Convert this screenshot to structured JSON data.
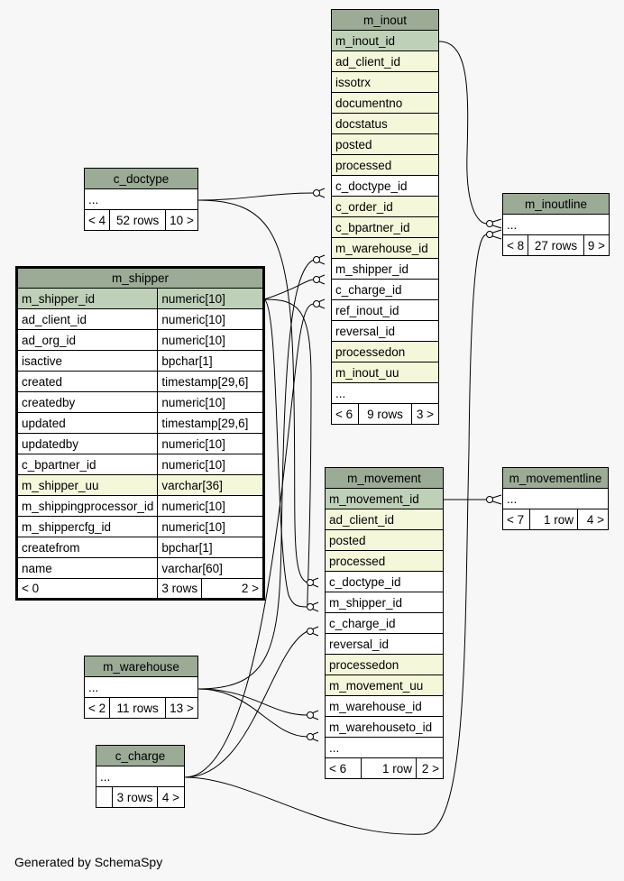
{
  "footer": "Generated by SchemaSpy",
  "tables": {
    "m_inout": {
      "name": "m_inout",
      "columns": [
        {
          "name": "m_inout_id",
          "style": "pk"
        },
        {
          "name": "ad_client_id",
          "style": "idx"
        },
        {
          "name": "issotrx",
          "style": "idx"
        },
        {
          "name": "documentno",
          "style": "idx"
        },
        {
          "name": "docstatus",
          "style": "idx"
        },
        {
          "name": "posted",
          "style": "idx"
        },
        {
          "name": "processed",
          "style": "idx"
        },
        {
          "name": "c_doctype_id",
          "style": ""
        },
        {
          "name": "c_order_id",
          "style": "idx"
        },
        {
          "name": "c_bpartner_id",
          "style": "idx"
        },
        {
          "name": "m_warehouse_id",
          "style": "idx"
        },
        {
          "name": "m_shipper_id",
          "style": ""
        },
        {
          "name": "c_charge_id",
          "style": ""
        },
        {
          "name": "ref_inout_id",
          "style": ""
        },
        {
          "name": "reversal_id",
          "style": ""
        },
        {
          "name": "processedon",
          "style": "idx"
        },
        {
          "name": "m_inout_uu",
          "style": "idx"
        },
        {
          "name": "...",
          "style": ""
        }
      ],
      "footer": {
        "parents": "< 6",
        "rows": "9 rows",
        "children": "3 >"
      }
    },
    "c_doctype": {
      "name": "c_doctype",
      "columns": [
        {
          "name": "...",
          "style": ""
        }
      ],
      "footer": {
        "parents": "< 4",
        "rows": "52 rows",
        "children": "10 >"
      }
    },
    "m_inoutline": {
      "name": "m_inoutline",
      "columns": [
        {
          "name": "...",
          "style": ""
        }
      ],
      "footer": {
        "parents": "< 8",
        "rows": "27 rows",
        "children": "9 >"
      }
    },
    "m_shipper": {
      "name": "m_shipper",
      "columns": [
        {
          "name": "m_shipper_id",
          "type": "numeric[10]",
          "style": "pk"
        },
        {
          "name": "ad_client_id",
          "type": "numeric[10]",
          "style": ""
        },
        {
          "name": "ad_org_id",
          "type": "numeric[10]",
          "style": ""
        },
        {
          "name": "isactive",
          "type": "bpchar[1]",
          "style": ""
        },
        {
          "name": "created",
          "type": "timestamp[29,6]",
          "style": ""
        },
        {
          "name": "createdby",
          "type": "numeric[10]",
          "style": ""
        },
        {
          "name": "updated",
          "type": "timestamp[29,6]",
          "style": ""
        },
        {
          "name": "updatedby",
          "type": "numeric[10]",
          "style": ""
        },
        {
          "name": "c_bpartner_id",
          "type": "numeric[10]",
          "style": ""
        },
        {
          "name": "m_shipper_uu",
          "type": "varchar[36]",
          "style": "idx"
        },
        {
          "name": "m_shippingprocessor_id",
          "type": "numeric[10]",
          "style": ""
        },
        {
          "name": "m_shippercfg_id",
          "type": "numeric[10]",
          "style": ""
        },
        {
          "name": "createfrom",
          "type": "bpchar[1]",
          "style": ""
        },
        {
          "name": "name",
          "type": "varchar[60]",
          "style": ""
        }
      ],
      "footer": {
        "parents": "< 0",
        "rows": "3 rows",
        "children": "2 >"
      }
    },
    "m_movement": {
      "name": "m_movement",
      "columns": [
        {
          "name": "m_movement_id",
          "style": "pk"
        },
        {
          "name": "ad_client_id",
          "style": "idx"
        },
        {
          "name": "posted",
          "style": "idx"
        },
        {
          "name": "processed",
          "style": "idx"
        },
        {
          "name": "c_doctype_id",
          "style": ""
        },
        {
          "name": "m_shipper_id",
          "style": ""
        },
        {
          "name": "c_charge_id",
          "style": ""
        },
        {
          "name": "reversal_id",
          "style": ""
        },
        {
          "name": "processedon",
          "style": "idx"
        },
        {
          "name": "m_movement_uu",
          "style": "idx"
        },
        {
          "name": "m_warehouse_id",
          "style": ""
        },
        {
          "name": "m_warehouseto_id",
          "style": ""
        },
        {
          "name": "...",
          "style": ""
        }
      ],
      "footer": {
        "parents": "< 6",
        "rows": "1 row",
        "children": "2 >"
      }
    },
    "m_movementline": {
      "name": "m_movementline",
      "columns": [
        {
          "name": "...",
          "style": ""
        }
      ],
      "footer": {
        "parents": "< 7",
        "rows": "1 row",
        "children": "4 >"
      }
    },
    "m_warehouse": {
      "name": "m_warehouse",
      "columns": [
        {
          "name": "...",
          "style": ""
        }
      ],
      "footer": {
        "parents": "< 2",
        "rows": "11 rows",
        "children": "13 >"
      }
    },
    "c_charge": {
      "name": "c_charge",
      "columns": [
        {
          "name": "...",
          "style": ""
        }
      ],
      "footer": {
        "parents": "",
        "rows": "3 rows",
        "children": "4 >"
      }
    }
  }
}
